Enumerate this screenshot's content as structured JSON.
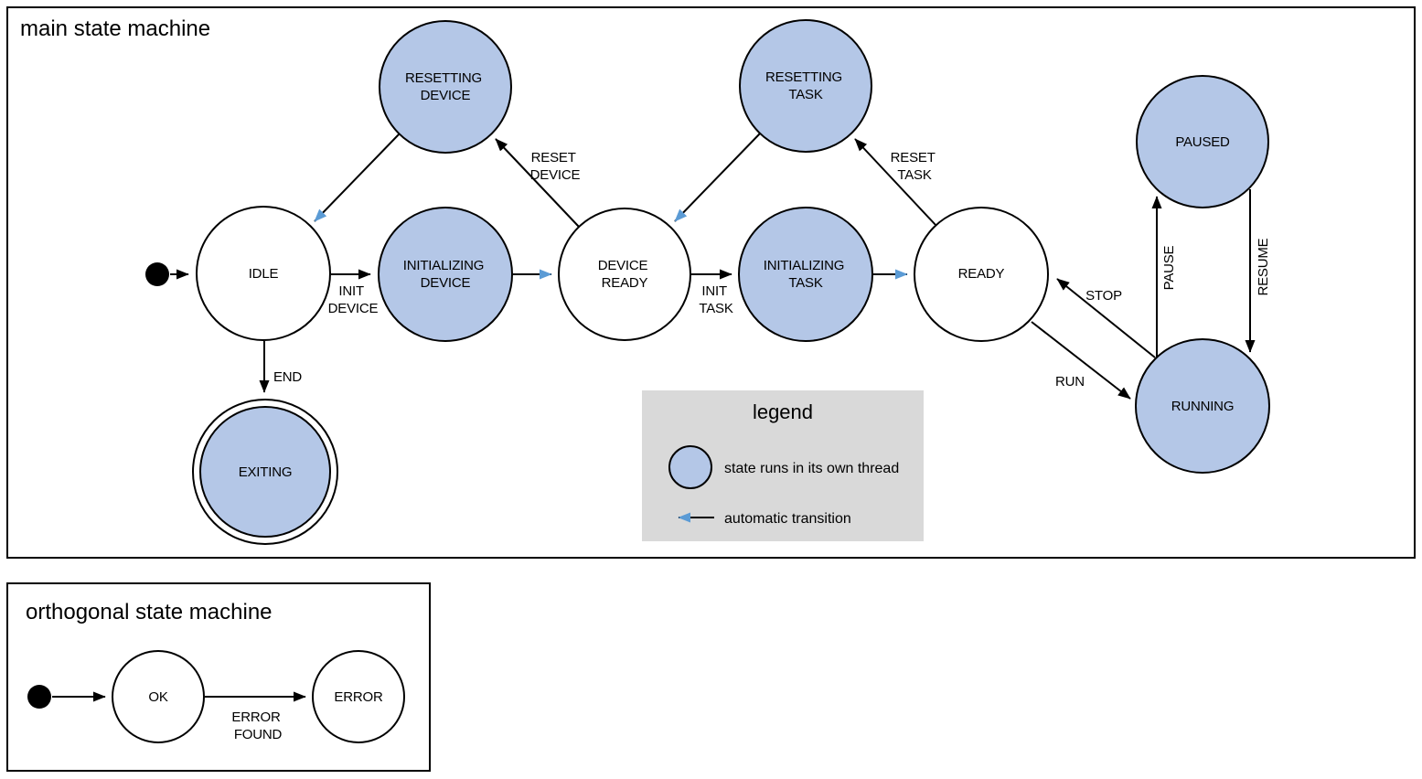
{
  "colors": {
    "thread_fill": "#b4c7e7",
    "auto_arrow": "#5b9bd5",
    "legend_bg": "#d9d9d9",
    "line": "#000000"
  },
  "main": {
    "title": "main state machine",
    "states": [
      {
        "name": "idle",
        "lines": [
          "IDLE"
        ],
        "threaded": false
      },
      {
        "name": "initializing-device",
        "lines": [
          "INITIALIZING",
          "DEVICE"
        ],
        "threaded": true
      },
      {
        "name": "device-ready",
        "lines": [
          "DEVICE",
          "READY"
        ],
        "threaded": false
      },
      {
        "name": "initializing-task",
        "lines": [
          "INITIALIZING",
          "TASK"
        ],
        "threaded": true
      },
      {
        "name": "ready",
        "lines": [
          "READY"
        ],
        "threaded": false
      },
      {
        "name": "resetting-device",
        "lines": [
          "RESETTING",
          "DEVICE"
        ],
        "threaded": true
      },
      {
        "name": "resetting-task",
        "lines": [
          "RESETTING",
          "TASK"
        ],
        "threaded": true
      },
      {
        "name": "paused",
        "lines": [
          "PAUSED"
        ],
        "threaded": true
      },
      {
        "name": "running",
        "lines": [
          "RUNNING"
        ],
        "threaded": true
      },
      {
        "name": "exiting",
        "lines": [
          "EXITING"
        ],
        "threaded": true,
        "final": true
      }
    ],
    "transitions": [
      {
        "name": "init-device",
        "from": "IDLE",
        "to": "INITIALIZING DEVICE",
        "lines": [
          "INIT",
          "DEVICE"
        ]
      },
      {
        "name": "reset-device",
        "from": "DEVICE READY",
        "to": "RESETTING DEVICE",
        "lines": [
          "RESET",
          "DEVICE"
        ]
      },
      {
        "name": "init-task",
        "from": "DEVICE READY",
        "to": "INITIALIZING TASK",
        "lines": [
          "INIT",
          "TASK"
        ]
      },
      {
        "name": "reset-task",
        "from": "READY",
        "to": "RESETTING TASK",
        "lines": [
          "RESET",
          "TASK"
        ]
      },
      {
        "name": "stop",
        "from": "RUNNING",
        "to": "READY",
        "lines": [
          "STOP"
        ]
      },
      {
        "name": "run",
        "from": "READY",
        "to": "RUNNING",
        "lines": [
          "RUN"
        ]
      },
      {
        "name": "pause",
        "from": "RUNNING",
        "to": "PAUSED",
        "lines": [
          "PAUSE"
        ]
      },
      {
        "name": "resume",
        "from": "PAUSED",
        "to": "RUNNING",
        "lines": [
          "RESUME"
        ]
      },
      {
        "name": "end",
        "from": "IDLE",
        "to": "EXITING",
        "lines": [
          "END"
        ]
      }
    ]
  },
  "legend": {
    "title": "legend",
    "items": [
      {
        "label": "state runs in its own thread"
      },
      {
        "label": "automatic transition"
      }
    ]
  },
  "orthogonal": {
    "title": "orthogonal state machine",
    "states": [
      {
        "name": "ok",
        "lines": [
          "OK"
        ]
      },
      {
        "name": "error",
        "lines": [
          "ERROR"
        ]
      }
    ],
    "transitions": [
      {
        "name": "error-found",
        "from": "OK",
        "to": "ERROR",
        "lines": [
          "ERROR",
          "FOUND"
        ]
      }
    ]
  }
}
